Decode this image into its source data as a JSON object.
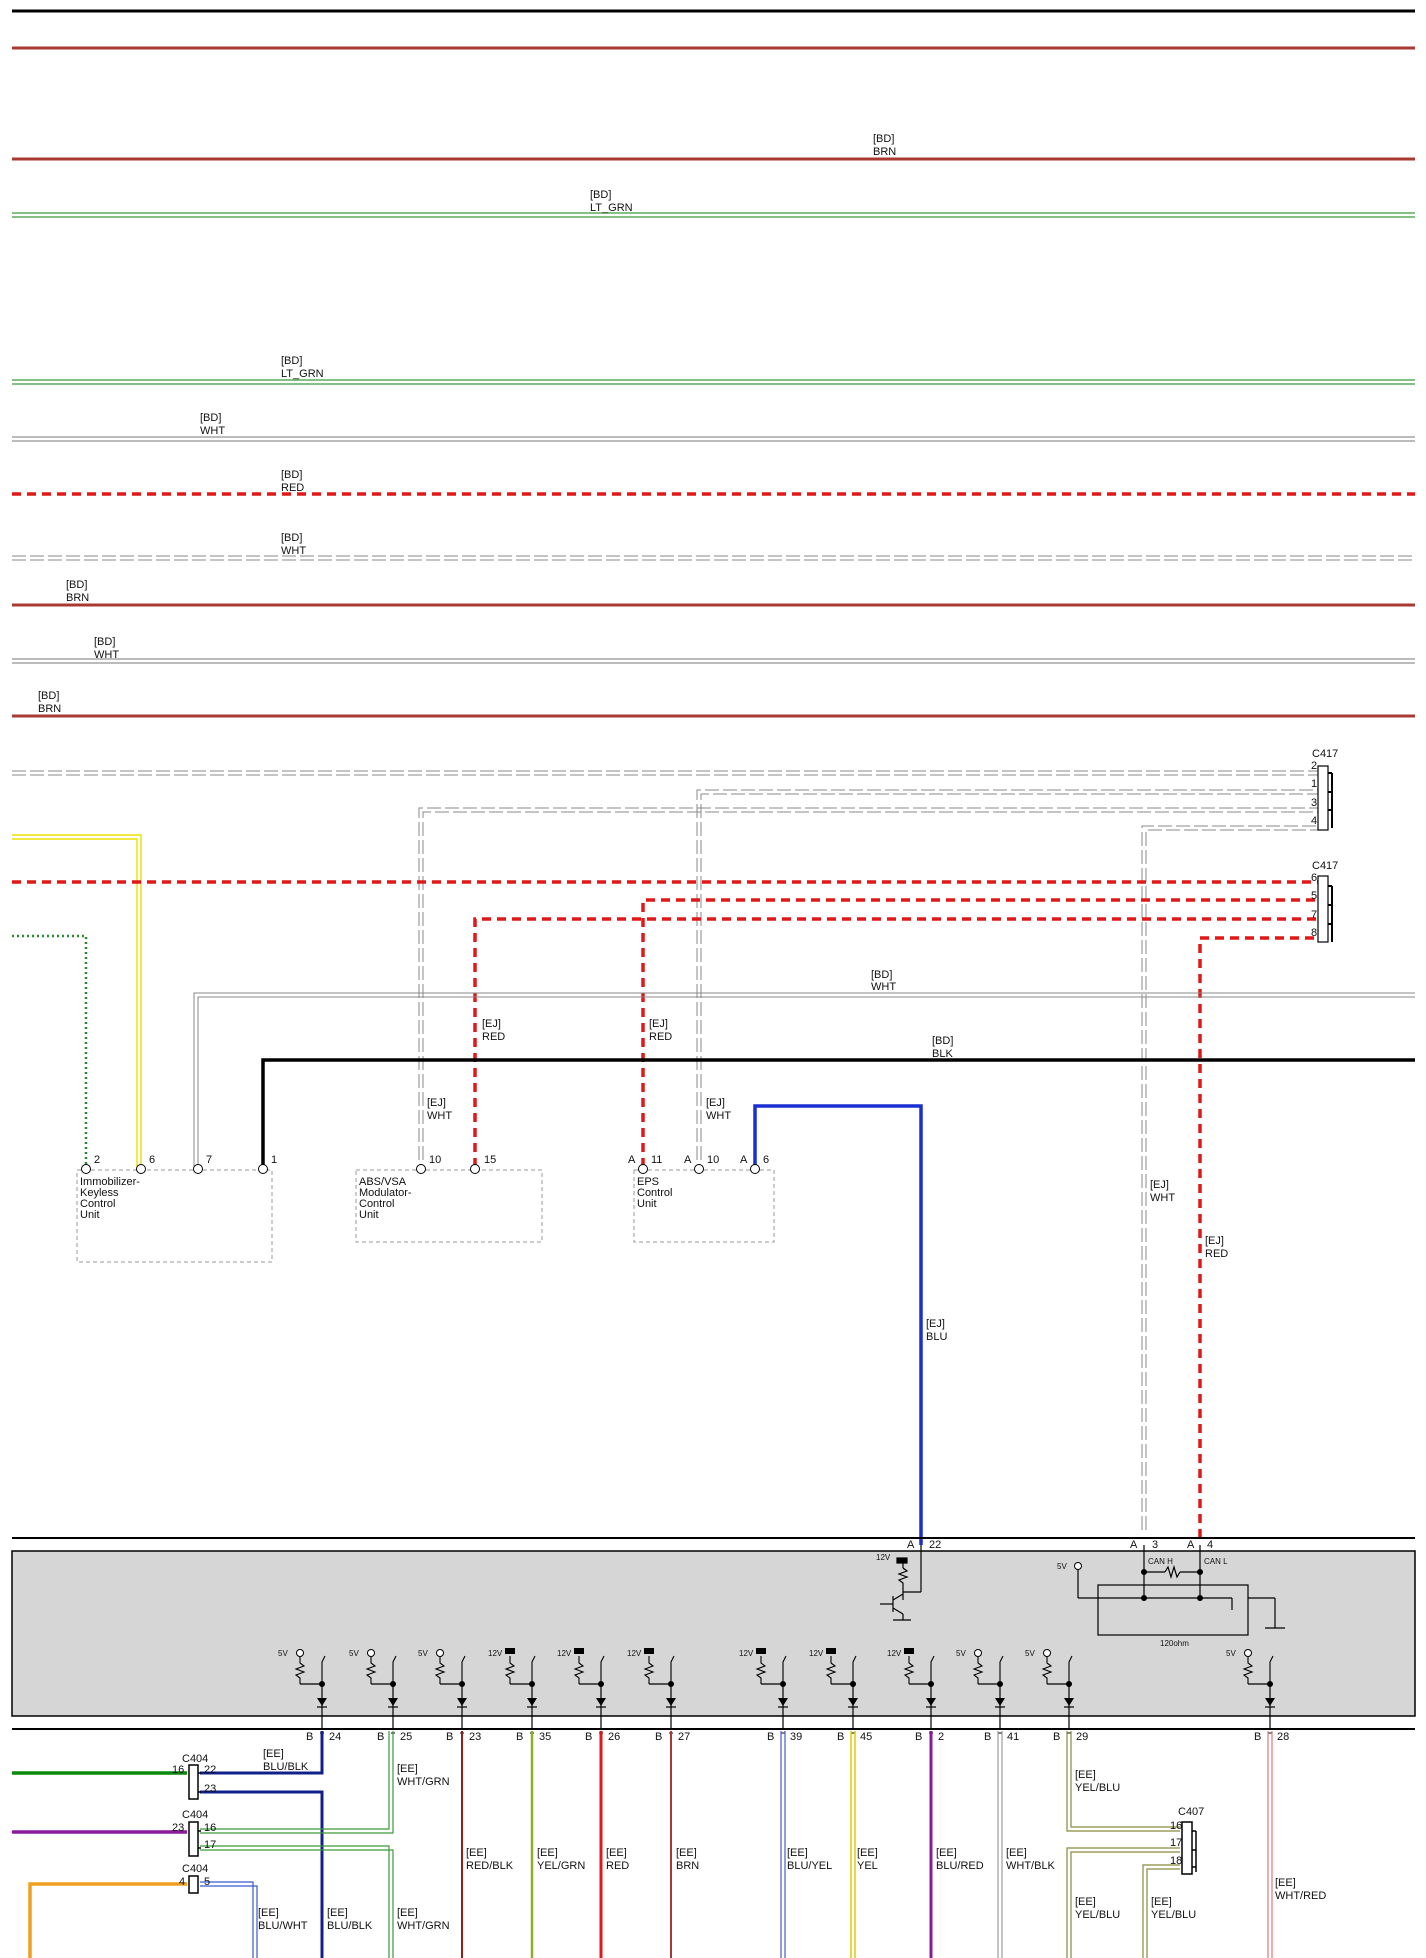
{
  "bus_labels": {
    "bd_brn_1": {
      "line1": "[BD]",
      "line2": "BRN"
    },
    "bd_ltgrn_1": {
      "line1": "[BD]",
      "line2": "LT_GRN"
    },
    "bd_ltgrn_2": {
      "line1": "[BD]",
      "line2": "LT_GRN"
    },
    "bd_wht_1": {
      "line1": "[BD]",
      "line2": "WHT"
    },
    "bd_red_1": {
      "line1": "[BD]",
      "line2": "RED"
    },
    "bd_wht_2": {
      "line1": "[BD]",
      "line2": "WHT"
    },
    "bd_brn_2": {
      "line1": "[BD]",
      "line2": "BRN"
    },
    "bd_wht_3": {
      "line1": "[BD]",
      "line2": "WHT"
    },
    "bd_brn_3": {
      "line1": "[BD]",
      "line2": "BRN"
    },
    "bd_wht_4": {
      "line1": "[BD]",
      "line2": "WHT"
    },
    "bd_blk_1": {
      "line1": "[BD]",
      "line2": "BLK"
    }
  },
  "connectors": {
    "c417_a": "C417",
    "c417_a_pins": [
      "2",
      "1",
      "3",
      "4"
    ],
    "c417_b": "C417",
    "c417_b_pins": [
      "6",
      "5",
      "7",
      "8"
    ],
    "c404_a": "C404",
    "c404_a_pins": [
      "16",
      "22",
      "23"
    ],
    "c404_b": "C404",
    "c404_b_pins": [
      "23",
      "16",
      "17"
    ],
    "c404_c": "C404",
    "c404_c_pins": [
      "4",
      "5"
    ],
    "c407": "C407",
    "c407_pins": [
      "16",
      "17",
      "18"
    ]
  },
  "components": {
    "immobilizer": {
      "l1": "Immobilizer-",
      "l2": "Keyless",
      "l3": "Control",
      "l4": "Unit",
      "pins": [
        "2",
        "6",
        "7",
        "1"
      ]
    },
    "abs": {
      "l1": "ABS/VSA",
      "l2": "Modulator-",
      "l3": "Control",
      "l4": "Unit",
      "pins": [
        "10",
        "15"
      ]
    },
    "eps": {
      "l1": "EPS",
      "l2": "Control",
      "l3": "Unit",
      "pins": [
        "A",
        "11",
        "A",
        "10",
        "A",
        "6"
      ]
    }
  },
  "ej_labels": {
    "abs_wht": {
      "line1": "[EJ]",
      "line2": "WHT"
    },
    "abs_red": {
      "line1": "[EJ]",
      "line2": "RED"
    },
    "eps_red": {
      "line1": "[EJ]",
      "line2": "RED"
    },
    "eps_wht": {
      "line1": "[EJ]",
      "line2": "WHT"
    },
    "blu": {
      "line1": "[EJ]",
      "line2": "BLU"
    },
    "can_wht": {
      "line1": "[EJ]",
      "line2": "WHT"
    },
    "can_red": {
      "line1": "[EJ]",
      "line2": "RED"
    }
  },
  "ecm": {
    "top_pins": [
      {
        "side": "A",
        "num": "22"
      },
      {
        "side": "A",
        "num": "3"
      },
      {
        "side": "A",
        "num": "4"
      }
    ],
    "can_h": "CAN H",
    "can_l": "CAN L",
    "resistor": "120ohm",
    "v12": "12V",
    "v5": "5V",
    "bottom_pins": [
      {
        "side": "B",
        "num": "24"
      },
      {
        "side": "B",
        "num": "25"
      },
      {
        "side": "B",
        "num": "23"
      },
      {
        "side": "B",
        "num": "35"
      },
      {
        "side": "B",
        "num": "26"
      },
      {
        "side": "B",
        "num": "27"
      },
      {
        "side": "B",
        "num": "39"
      },
      {
        "side": "B",
        "num": "45"
      },
      {
        "side": "B",
        "num": "2"
      },
      {
        "side": "B",
        "num": "41"
      },
      {
        "side": "B",
        "num": "29"
      },
      {
        "side": "B",
        "num": "28"
      }
    ],
    "supply_labels": [
      "5V",
      "5V",
      "5V",
      "12V",
      "12V",
      "12V",
      "12V",
      "12V",
      "12V",
      "5V",
      "5V",
      "5V"
    ]
  },
  "ee_labels": {
    "blu_blk_top": {
      "line1": "[EE]",
      "line2": "BLU/BLK"
    },
    "wht_grn_top": {
      "line1": "[EE]",
      "line2": "WHT/GRN"
    },
    "red_blk": {
      "line1": "[EE]",
      "line2": "RED/BLK"
    },
    "yel_grn": {
      "line1": "[EE]",
      "line2": "YEL/GRN"
    },
    "red": {
      "line1": "[EE]",
      "line2": "RED"
    },
    "brn": {
      "line1": "[EE]",
      "line2": "BRN"
    },
    "blu_yel": {
      "line1": "[EE]",
      "line2": "BLU/YEL"
    },
    "yel": {
      "line1": "[EE]",
      "line2": "YEL"
    },
    "blu_red": {
      "line1": "[EE]",
      "line2": "BLU/RED"
    },
    "wht_blk": {
      "line1": "[EE]",
      "line2": "WHT/BLK"
    },
    "yel_blu_top": {
      "line1": "[EE]",
      "line2": "YEL/BLU"
    },
    "wht_red": {
      "line1": "[EE]",
      "line2": "WHT/RED"
    },
    "blu_wht": {
      "line1": "[EE]",
      "line2": "BLU/WHT"
    },
    "blu_blk_bot": {
      "line1": "[EE]",
      "line2": "BLU/BLK"
    },
    "wht_grn_bot": {
      "line1": "[EE]",
      "line2": "WHT/GRN"
    },
    "yel_blu_b1": {
      "line1": "[EE]",
      "line2": "YEL/BLU"
    },
    "yel_blu_b2": {
      "line1": "[EE]",
      "line2": "YEL/BLU"
    }
  },
  "wire_colors": {
    "brn": "#a83a32",
    "ltgrn": "#3a9a3a",
    "red": "#e01818",
    "blk": "#000000",
    "blu": "#1a2fd0",
    "navy": "#10208a",
    "yel": "#e8e000",
    "grn": "#0a8a0a",
    "purple": "#8a1a9a",
    "orange": "#f0a020",
    "gray": "#888888"
  }
}
